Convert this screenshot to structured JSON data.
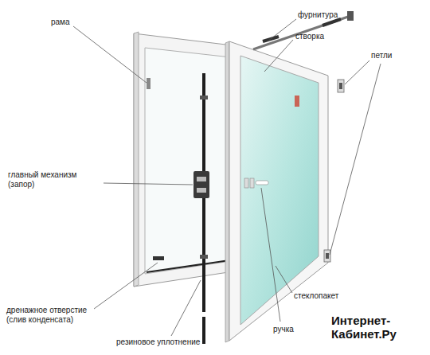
{
  "diagram": {
    "labels": [
      "рама",
      "фурнитура",
      "створка",
      "петли",
      "главный механизм (запор)",
      "дренажное отверстие (слив конденсата)",
      "резиновое уплотнение",
      "ручка",
      "стеклопакет",
      "Интернет-Кабинет.Ру"
    ]
  }
}
